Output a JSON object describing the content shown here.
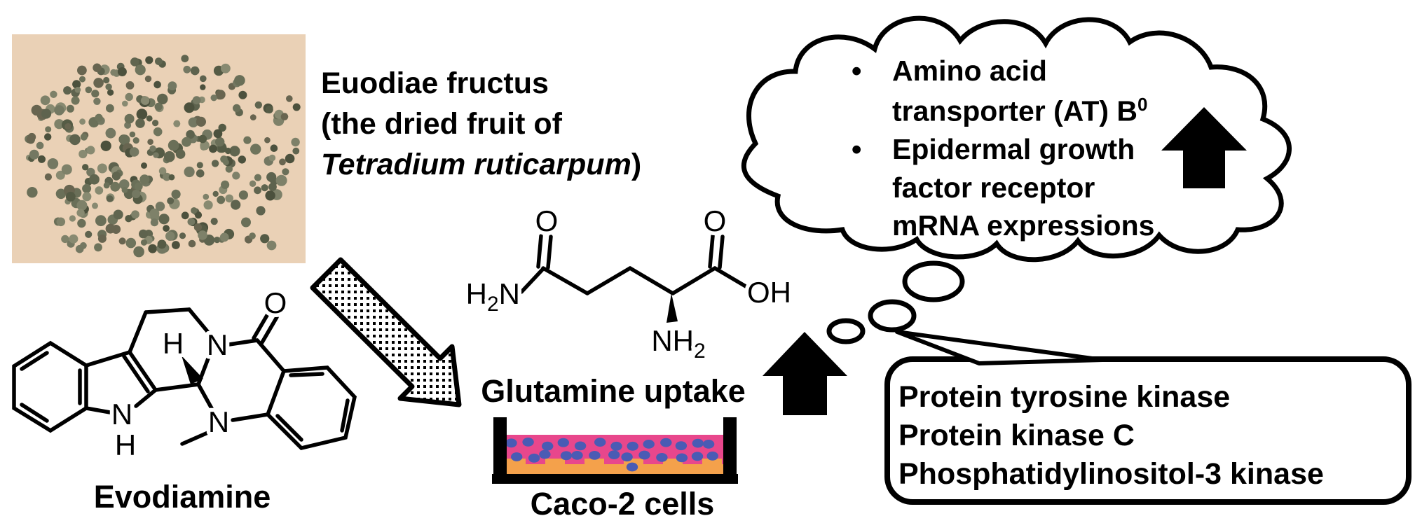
{
  "title": {
    "line1": "Euodiae fructus",
    "line2": "(the dried fruit of",
    "line3_italic": "Tetradium ruticarpum",
    "line3_suffix": ")"
  },
  "labels": {
    "evodiamine": "Evodiamine",
    "glutamine_uptake": "Glutamine uptake",
    "caco2": "Caco-2 cells"
  },
  "cloud": {
    "bullet": "•",
    "line1": "Amino acid",
    "line2_text": "transporter (AT) B",
    "line2_sup": "0",
    "line3": "Epidermal growth",
    "line4": "factor receptor",
    "line5": "mRNA expressions"
  },
  "bubble": {
    "line1": "Protein tyrosine kinase",
    "line2": "Protein kinase C",
    "line3": "Phosphatidylinositol-3 kinase"
  },
  "atoms": {
    "glut_o1": "O",
    "glut_o2": "O",
    "glut_amide_h": "H",
    "glut_amide_sub": "2",
    "glut_amide_n": "N",
    "glut_oh": "OH",
    "glut_amine": "NH",
    "glut_amine_sub": "2",
    "evo_o": "O",
    "evo_n_top": "N",
    "evo_h": "H",
    "evo_n_mid": "N",
    "evo_nh_n": "N",
    "evo_nh_h": "H"
  },
  "colors": {
    "cell_pink": "#E8478C",
    "cell_orange": "#F4A14B",
    "nucleus_blue": "#4A5BB4",
    "photo_background": "#EAD1B6",
    "seed_olive": "#646A52",
    "ink": "#000000"
  }
}
